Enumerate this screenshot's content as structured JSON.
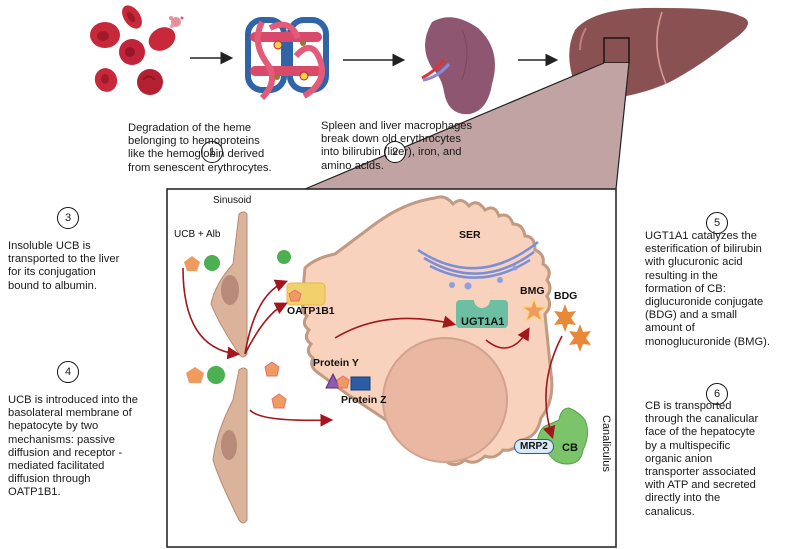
{
  "steps": [
    {
      "number": "1",
      "caption": "Degradation of the heme\nbelonging to hemoproteins\nlike the hemoglobin derived\nfrom senescent erythrocytes."
    },
    {
      "number": "2",
      "caption": "Spleen and liver macrophages\nbreak down old erythrocytes\ninto bilirubin (liver), iron, and\namino acids."
    },
    {
      "number": "3",
      "caption": "Insoluble UCB is\ntransported to the liver\nfor its conjugation\nbound to albumin."
    },
    {
      "number": "4",
      "caption": "UCB is introduced into the\nbasolateral membrane of\nhepatocyte by two\nmechanisms: passive\ndiffusion and receptor -\nmediated facilitated\ndiffusion through\nOATP1B1."
    },
    {
      "number": "5",
      "caption": "UGT1A1 catalyzes the\nesterification of bilirubin\nwith glucuronic acid\nresulting in the\nformation of CB:\ndiglucuronide conjugate\n(BDG) and a small\namount of\nmonoglucuronide (BMG)."
    },
    {
      "number": "6",
      "caption": "CB is transported\nthrough the canalicular\nface of the hepatocyte\nby a multispecific\norganic anion\ntransporter associated\nwith ATP and secreted\ndirectly into the\ncanalicus."
    }
  ],
  "panel_labels": {
    "sinusoid": "Sinusoid",
    "ucb_alb": "UCB + Alb",
    "oatp1b1": "OATP1B1",
    "protein_y": "Protein Y",
    "protein_z": "Protein Z",
    "ser": "SER",
    "ugt1a1": "UGT1A1",
    "bmg": "BMG",
    "bdg": "BDG",
    "mrp2": "MRP2",
    "cb": "CB",
    "canaliculus": "Canaliculus"
  },
  "illustrations": {
    "erythrocytes": "red-blood-cells-icon",
    "hemoglobin": "hemoglobin-molecule-icon",
    "spleen": "spleen-icon",
    "liver": "liver-icon"
  },
  "colors": {
    "arrow": "#a3161b",
    "hepatocyte_fill": "#f8d2bd",
    "hepatocyte_border": "#c19a82",
    "ucb": "#ef9a5e",
    "albumin": "#4caf50",
    "ugt1a1": "#6cbfa3",
    "ser": "#8c9fe0",
    "cb": "#7cc46a",
    "liver": "#8a5152"
  }
}
